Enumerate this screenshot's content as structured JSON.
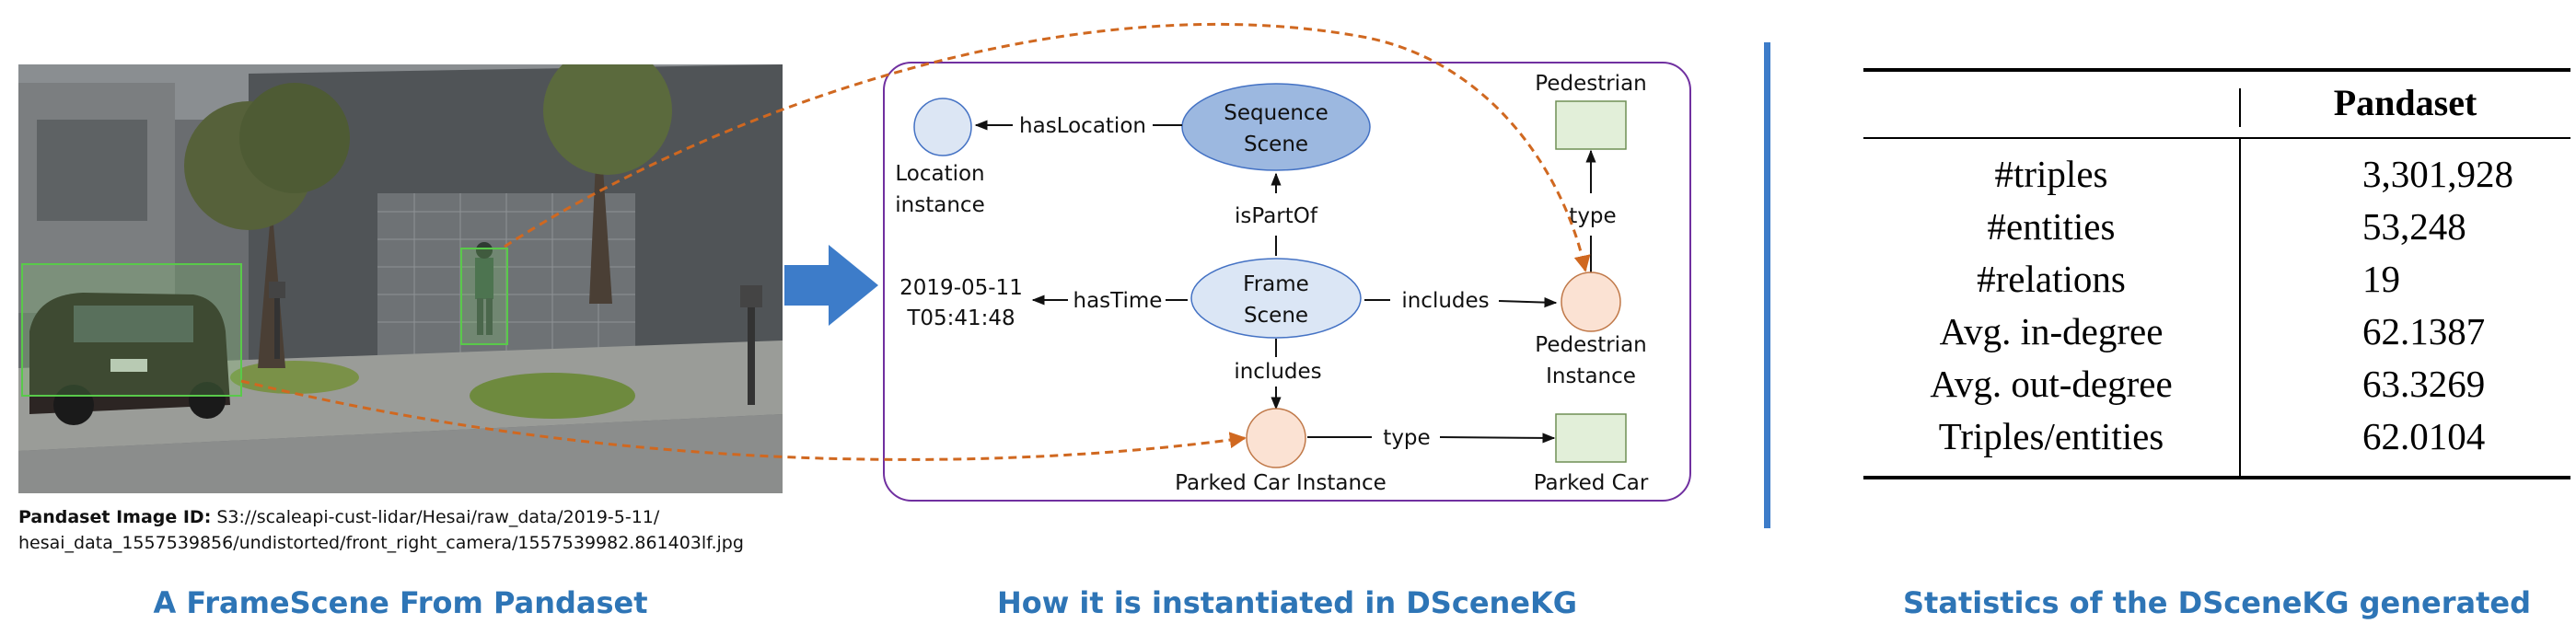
{
  "photo": {
    "caption_bold": "Pandaset Image ID:",
    "caption_line1": "S3://scaleapi-cust-lidar/Hesai/raw_data/2019-5-11/",
    "caption_line2": "hesai_data_1557539856/undistorted/front_right_camera/1557539982.861403lf.jpg"
  },
  "graph": {
    "nodes": {
      "location_instance": "Location instance",
      "location_instance_line1": "Location",
      "location_instance_line2": "instance",
      "sequence_scene_line1": "Sequence",
      "sequence_scene_line2": "Scene",
      "frame_scene_line1": "Frame",
      "frame_scene_line2": "Scene",
      "timestamp_line1": "2019-05-11",
      "timestamp_line2": "T05:41:48",
      "pedestrian_class": "Pedestrian",
      "pedestrian_instance_line1": "Pedestrian",
      "pedestrian_instance_line2": "Instance",
      "parked_car_instance": "Parked Car Instance",
      "parked_car_class": "Parked Car"
    },
    "edges": {
      "has_location": "hasLocation",
      "is_part_of": "isPartOf",
      "has_time": "hasTime",
      "includes_pedestrian": "includes",
      "includes_car": "includes",
      "type_pedestrian": "type",
      "type_car": "type"
    },
    "colors": {
      "frame_border": "#7030a0",
      "scene_fill": "#9cb8e0",
      "scene_stroke": "#4472c4",
      "frame_fill": "#dbe6f5",
      "location_fill": "#dce6f4",
      "instance_fill": "#fbe2d3",
      "instance_stroke": "#c07848",
      "class_fill": "#e2efd9",
      "class_stroke": "#6f8f55",
      "dashed_arrow": "#d06820",
      "big_arrow": "#3d7cc9",
      "section_title": "#2e75b6"
    }
  },
  "titles": {
    "left": "A FrameScene From Pandaset",
    "middle": "How it is instantiated in DSceneKG",
    "right": "Statistics of the DSceneKG generated"
  },
  "stats": {
    "column_header": "Pandaset",
    "rows": [
      {
        "metric": "#triples",
        "value": "3,301,928"
      },
      {
        "metric": "#entities",
        "value": "53,248"
      },
      {
        "metric": "#relations",
        "value": "19"
      },
      {
        "metric": "Avg. in-degree",
        "value": "62.1387"
      },
      {
        "metric": "Avg. out-degree",
        "value": "63.3269"
      },
      {
        "metric": "Triples/entities",
        "value": "62.0104"
      }
    ]
  }
}
